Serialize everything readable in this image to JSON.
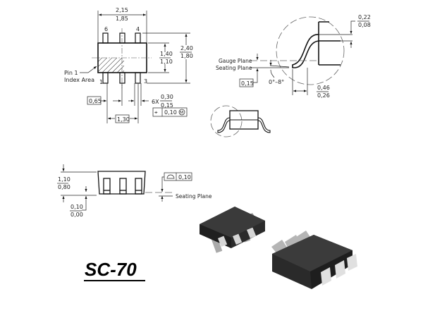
{
  "title": "SC-70",
  "top_view": {
    "width_max": "2,15",
    "width_min": "1,85",
    "body_width_max": "1,40",
    "body_width_min": "1,10",
    "total_height_max": "2,40",
    "total_height_min": "1,80",
    "pin_labels": [
      "6",
      "4",
      "1",
      "3"
    ],
    "index_label_1": "Pin 1",
    "index_label_2": "Index Area",
    "pitch": "0,65",
    "span": "1,30",
    "lead_count": "6X",
    "lead_width_max": "0,30",
    "lead_width_min": "0,15",
    "position_tolerance": "0,10",
    "position_symbol": "⌖",
    "mmc_symbol": "M"
  },
  "lead_detail": {
    "lead_thickness_max": "0,22",
    "lead_thickness_min": "0,08",
    "gauge_plane": "Gauge Plane",
    "seating_plane": "Seating Plane",
    "gauge_offset": "0,15",
    "angle": "0°–8°",
    "foot_length_max": "0,46",
    "foot_length_min": "0,26"
  },
  "side_view": {
    "height_max": "1,10",
    "height_min": "0,80",
    "standoff_max": "0,10",
    "standoff_min": "0,00",
    "flatness": "0,10",
    "seating_plane": "Seating Plane"
  }
}
